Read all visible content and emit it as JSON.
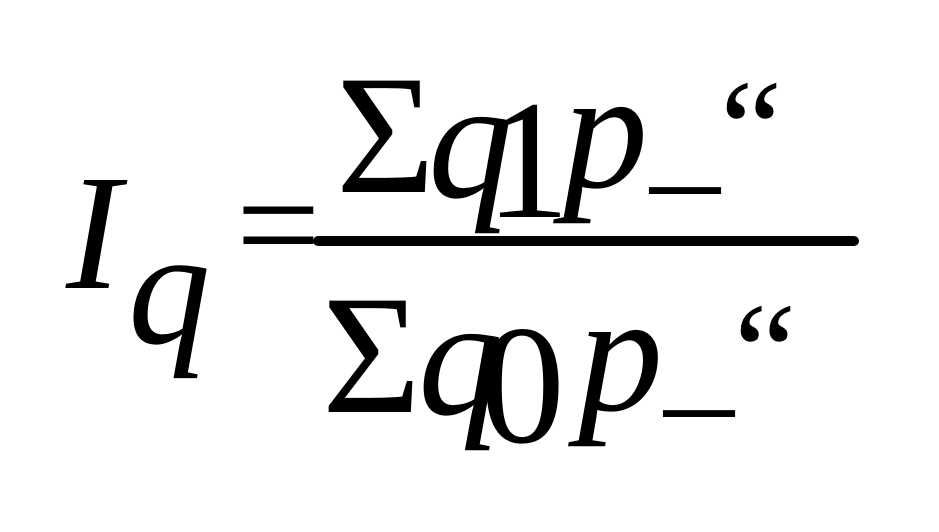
{
  "formula": {
    "lhs": {
      "main": "I",
      "subscript": "q"
    },
    "equals": "=",
    "numerator": {
      "sum": "Σ",
      "var": "q",
      "subscript": "1",
      "price": "p",
      "trailing": "_“"
    },
    "denominator": {
      "sum": "Σ",
      "var": "q",
      "subscript": "0",
      "price": "p",
      "trailing": "_“"
    }
  }
}
